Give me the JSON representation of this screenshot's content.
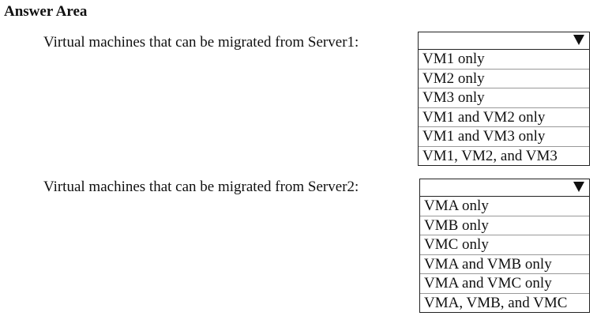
{
  "title": "Answer Area",
  "questions": [
    {
      "label": "Virtual machines that can be migrated from Server1:",
      "selected": "",
      "options": [
        "VM1 only",
        "VM2 only",
        "VM3 only",
        "VM1 and VM2 only",
        "VM1 and VM3 only",
        "VM1, VM2, and VM3"
      ]
    },
    {
      "label": "Virtual machines that can be migrated from Server2:",
      "selected": "",
      "options": [
        "VMA only",
        "VMB only",
        "VMC only",
        "VMA and VMB only",
        "VMA and VMC only",
        "VMA, VMB, and VMC"
      ]
    }
  ]
}
